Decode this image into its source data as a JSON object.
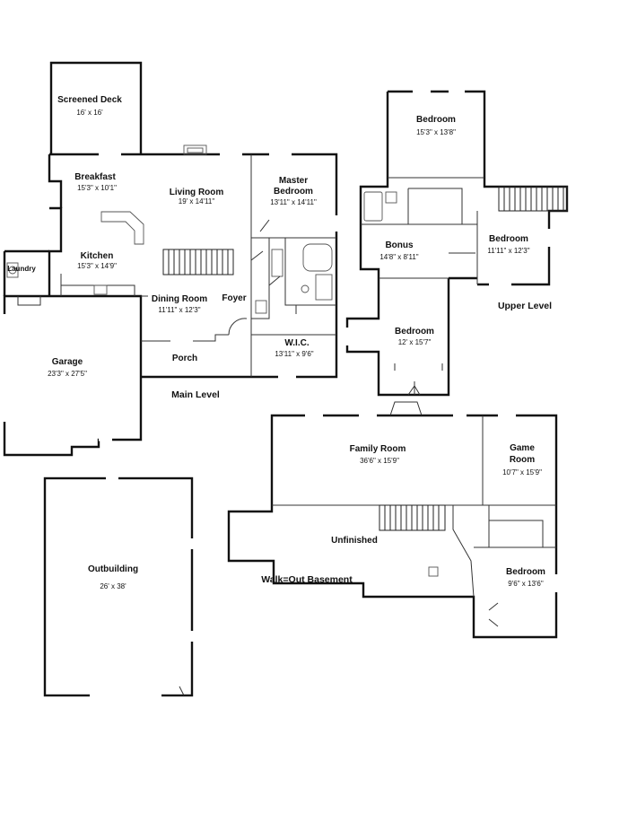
{
  "rooms": {
    "screened_deck": {
      "name": "Screened Deck",
      "dims": "16' x 16'"
    },
    "breakfast": {
      "name": "Breakfast",
      "dims": "15'3\" x 10'1\""
    },
    "living_room": {
      "name": "Living Room",
      "dims": "19' x 14'11\""
    },
    "master_bedroom": {
      "name_line1": "Master",
      "name_line2": "Bedroom",
      "dims": "13'11\" x 14'11\""
    },
    "kitchen": {
      "name": "Kitchen",
      "dims": "15'3\" x 14'9\""
    },
    "laundry": {
      "name": "Laundry"
    },
    "dining_room": {
      "name": "Dining Room",
      "dims": "11'11\" x 12'3\""
    },
    "foyer": {
      "name": "Foyer"
    },
    "wic": {
      "name": "W.I.C.",
      "dims": "13'11\" x 9'6\""
    },
    "porch": {
      "name": "Porch"
    },
    "garage": {
      "name": "Garage",
      "dims": "23'3\" x 27'5\""
    },
    "upper_bedroom_top": {
      "name": "Bedroom",
      "dims": "15'3\" x 13'8\""
    },
    "bonus": {
      "name": "Bonus",
      "dims": "14'8\" x 8'11\""
    },
    "upper_bedroom_right": {
      "name": "Bedroom",
      "dims": "11'11\" x 12'3\""
    },
    "upper_bedroom_bottom": {
      "name": "Bedroom",
      "dims": "12' x 15'7\""
    },
    "family_room": {
      "name": "Family Room",
      "dims": "36'6\" x 15'9\""
    },
    "game_room": {
      "name_line1": "Game",
      "name_line2": "Room",
      "dims": "10'7\" x 15'9\""
    },
    "unfinished": {
      "name": "Unfinished"
    },
    "basement_bedroom": {
      "name": "Bedroom",
      "dims": "9'6\" x 13'6\""
    },
    "outbuilding": {
      "name": "Outbuilding",
      "dims": "26' x 38'"
    }
  },
  "levels": {
    "main": "Main Level",
    "upper": "Upper Level",
    "basement": "Walk=Out Basement"
  }
}
